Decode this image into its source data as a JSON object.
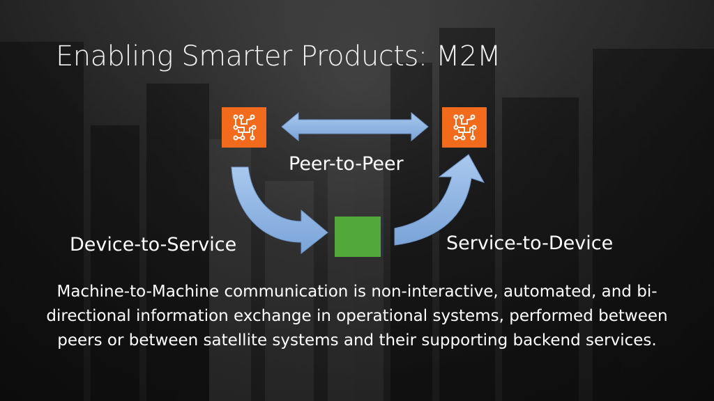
{
  "slide": {
    "title": "Enabling Smarter Products: M2M",
    "description": "Machine-to-Machine communication is non-interactive, automated, and bi-directional information exchange in operational systems, performed between peers or between satellite systems and their supporting backend services."
  },
  "diagram": {
    "nodes": [
      {
        "id": "device-left",
        "icon": "circuit-board-icon",
        "color": "#f26b1d"
      },
      {
        "id": "device-right",
        "icon": "circuit-board-icon",
        "color": "#f26b1d"
      },
      {
        "id": "backend-service",
        "icon": "square",
        "color": "#52a83b"
      }
    ],
    "edges": [
      {
        "from": "device-left",
        "to": "device-right",
        "label": "Peer-to-Peer",
        "bidirectional": true
      },
      {
        "from": "device-left",
        "to": "backend-service",
        "label": "Device-to-Service",
        "bidirectional": false
      },
      {
        "from": "backend-service",
        "to": "device-right",
        "label": "Service-to-Device",
        "bidirectional": false
      }
    ],
    "arrow_color": "#8db4e2"
  }
}
